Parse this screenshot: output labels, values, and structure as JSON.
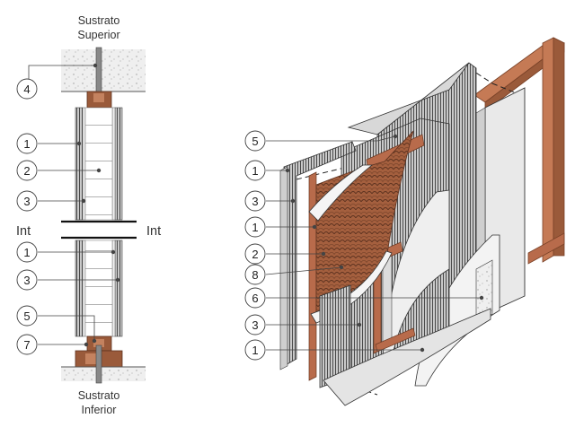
{
  "section": {
    "top_label_1": "Sustrato",
    "top_label_2": "Superior",
    "bottom_label_1": "Sustrato",
    "bottom_label_2": "Inferior",
    "int_left": "Int",
    "int_right": "Int",
    "callouts": [
      "4",
      "1",
      "2",
      "3",
      "1",
      "3",
      "5",
      "7"
    ]
  },
  "iso": {
    "callouts": [
      "5",
      "1",
      "3",
      "1",
      "2",
      "8",
      "6",
      "3",
      "1"
    ]
  },
  "colors": {
    "wood": "#b86b4b",
    "wood_dark": "#8a4b30",
    "membrane": "#b5744f",
    "board": "#e6e6e6",
    "insulation": "#7a7a7a"
  }
}
